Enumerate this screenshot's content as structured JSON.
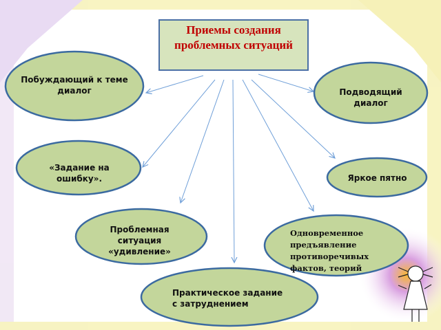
{
  "title": "Приемы создания проблемных ситуаций",
  "nodes": [
    {
      "id": "n1",
      "label": "Побуждающий к теме диалог"
    },
    {
      "id": "n2",
      "label": "Подводящий диалог"
    },
    {
      "id": "n3",
      "label": "«Задание на ошибку»."
    },
    {
      "id": "n4",
      "label": "Яркое пятно"
    },
    {
      "id": "n5",
      "label": "Проблемная ситуация «удивление»"
    },
    {
      "id": "n6",
      "label": "Одновременное предъявление противоречивых фактов, теорий"
    },
    {
      "id": "n7",
      "label": "Практическое задание с затруднением"
    }
  ],
  "colors": {
    "node_fill": "#c3d69b",
    "node_stroke": "#3b6aa0",
    "arrow": "#6f9fd8",
    "title_text": "#c00000"
  }
}
